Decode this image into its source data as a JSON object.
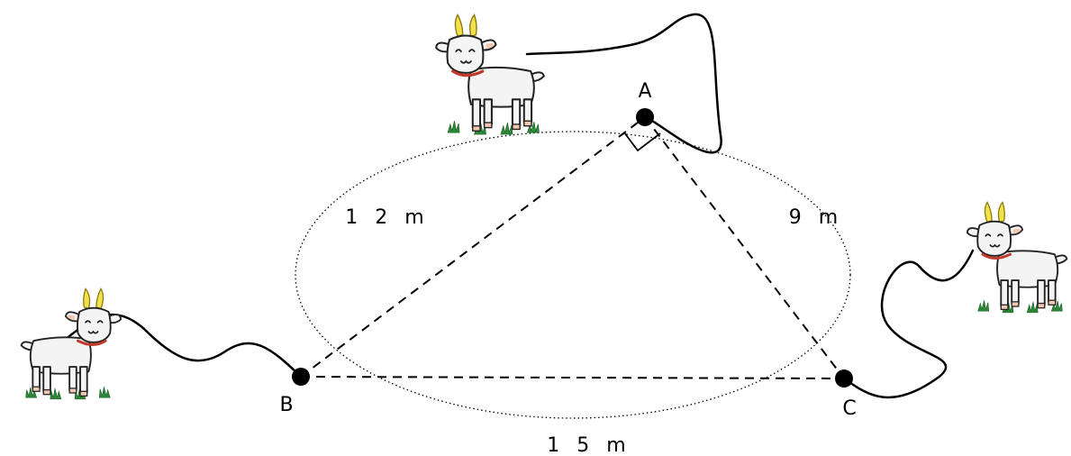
{
  "points": {
    "a": "A",
    "b": "B",
    "c": "C"
  },
  "distances": {
    "ab": "1 2 m",
    "ac": "9 m",
    "bc": "1 5 m"
  },
  "colors": {
    "line": "#000000",
    "collar": "#c0392b",
    "horn": "#f2e14a",
    "grass": "#2f8a3a",
    "goat_fill": "#f4f4f4"
  },
  "icons": {
    "goat_top": "goat-icon",
    "goat_left": "goat-icon",
    "goat_right": "goat-icon",
    "right_angle": "right-angle-mark-icon"
  }
}
